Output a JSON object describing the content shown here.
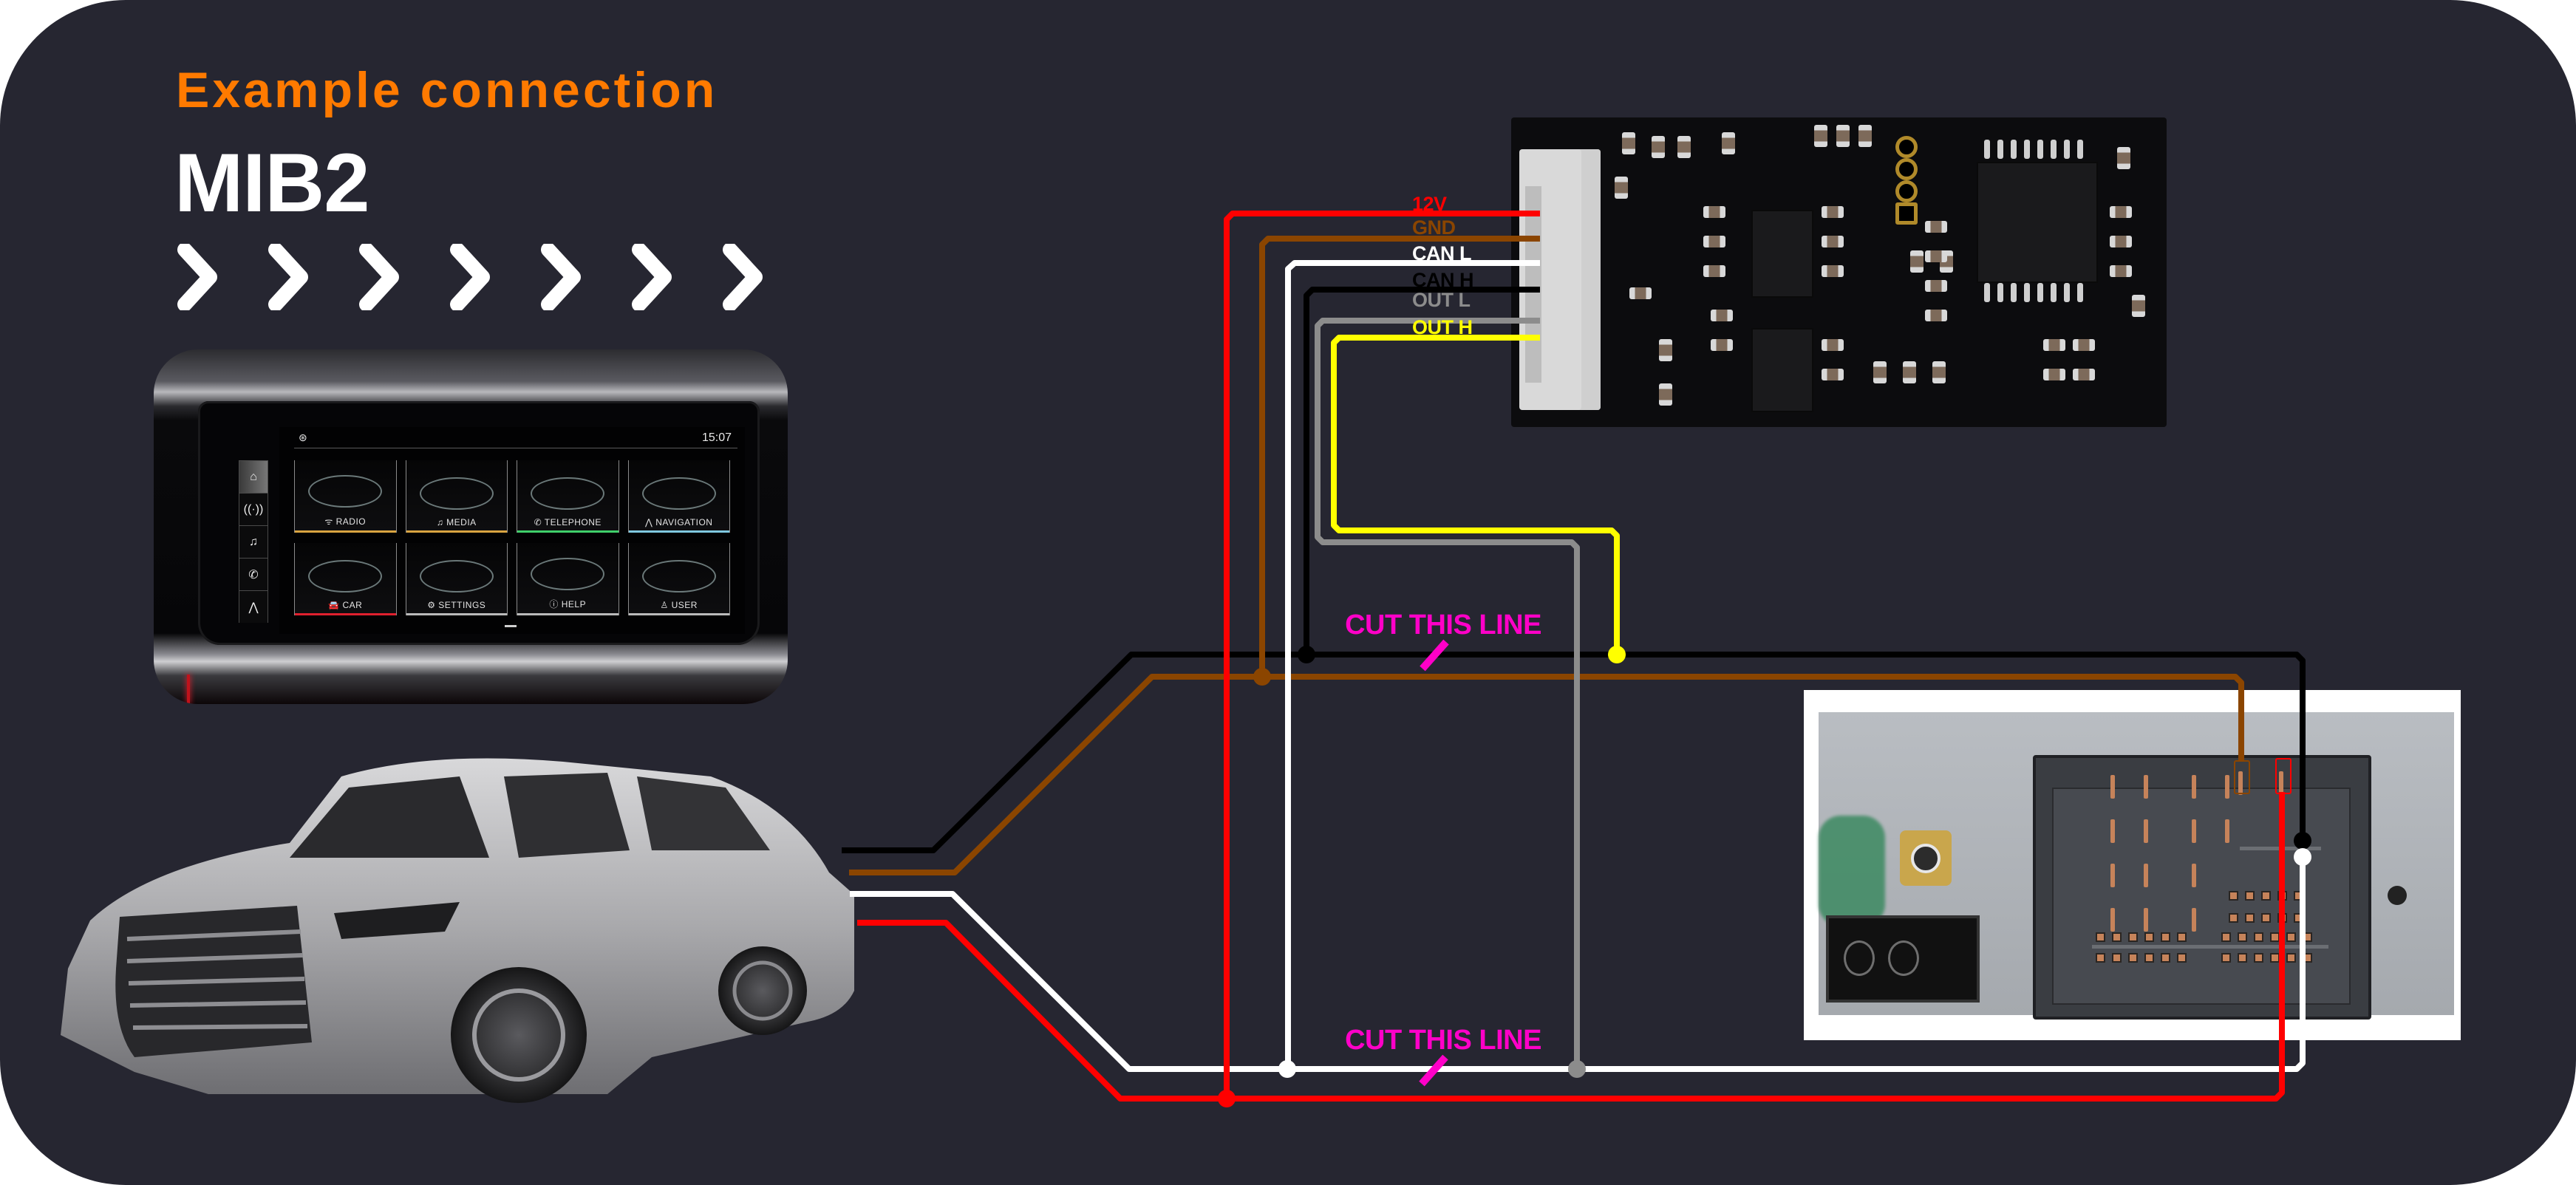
{
  "header": {
    "subtitle": "Example connection",
    "title": "MIB2",
    "subtitle_color": "#FF7A00",
    "chevron_count": 7,
    "chevron_icon": "chevron-right-icon"
  },
  "display_photo": {
    "time": "15:07",
    "status_icons": [
      "user-icon",
      "lte-signal-icon"
    ],
    "side_menu": [
      {
        "icon": "home-icon",
        "glyph": "⌂",
        "active": true
      },
      {
        "icon": "radio-antenna-icon",
        "glyph": "((·))",
        "active": false
      },
      {
        "icon": "music-note-icon",
        "glyph": "♫",
        "active": false
      },
      {
        "icon": "phone-icon",
        "glyph": "✆",
        "active": false
      },
      {
        "icon": "navigation-arrow-icon",
        "glyph": "⋀",
        "active": false
      }
    ],
    "tiles": [
      {
        "label": "RADIO",
        "icon": "radio-icon",
        "glyph": "ᯤ",
        "accent": "#D9A441"
      },
      {
        "label": "MEDIA",
        "icon": "music-icon",
        "glyph": "♫",
        "accent": "#D9A441"
      },
      {
        "label": "TELEPHONE",
        "icon": "phone-icon",
        "glyph": "✆",
        "accent": "#3FCF6A"
      },
      {
        "label": "NAVIGATION",
        "icon": "navigation-icon",
        "glyph": "⋀",
        "accent": "#7FC8E0"
      },
      {
        "label": "CAR",
        "icon": "car-icon",
        "glyph": "🚘",
        "accent": "#E0202E"
      },
      {
        "label": "SETTINGS",
        "icon": "settings-gear-icon",
        "glyph": "⚙",
        "accent": "#BBBBBB"
      },
      {
        "label": "HELP",
        "icon": "help-info-icon",
        "glyph": "ⓘ",
        "accent": "#BBBBBB"
      },
      {
        "label": "USER",
        "icon": "user-icon",
        "glyph": "♙",
        "accent": "#BBBBBB"
      }
    ]
  },
  "module": {
    "pins": [
      {
        "id": "12v",
        "label": "12V",
        "color": "#FF0000"
      },
      {
        "id": "gnd",
        "label": "GND",
        "color": "#8B4500"
      },
      {
        "id": "can-l",
        "label": "CAN L",
        "color": "#FFFFFF"
      },
      {
        "id": "can-h",
        "label": "CAN H",
        "color": "#000000"
      },
      {
        "id": "out-l",
        "label": "OUT L",
        "color": "#8C8C8C"
      },
      {
        "id": "out-h",
        "label": "OUT H",
        "color": "#FFFF00"
      }
    ]
  },
  "cut_markers": [
    {
      "label": "CUT THIS LINE",
      "wire": "can-h-bus",
      "color": "#FF00C8"
    },
    {
      "label": "CUT THIS LINE",
      "wire": "can-l-bus",
      "color": "#FF00C8"
    }
  ],
  "wire_colors": {
    "red": "#FF0000",
    "brown": "#8B4500",
    "white": "#FFFFFF",
    "black": "#000000",
    "gray": "#8C8C8C",
    "yellow": "#FFFF00"
  },
  "theme": {
    "background": "#262631"
  }
}
